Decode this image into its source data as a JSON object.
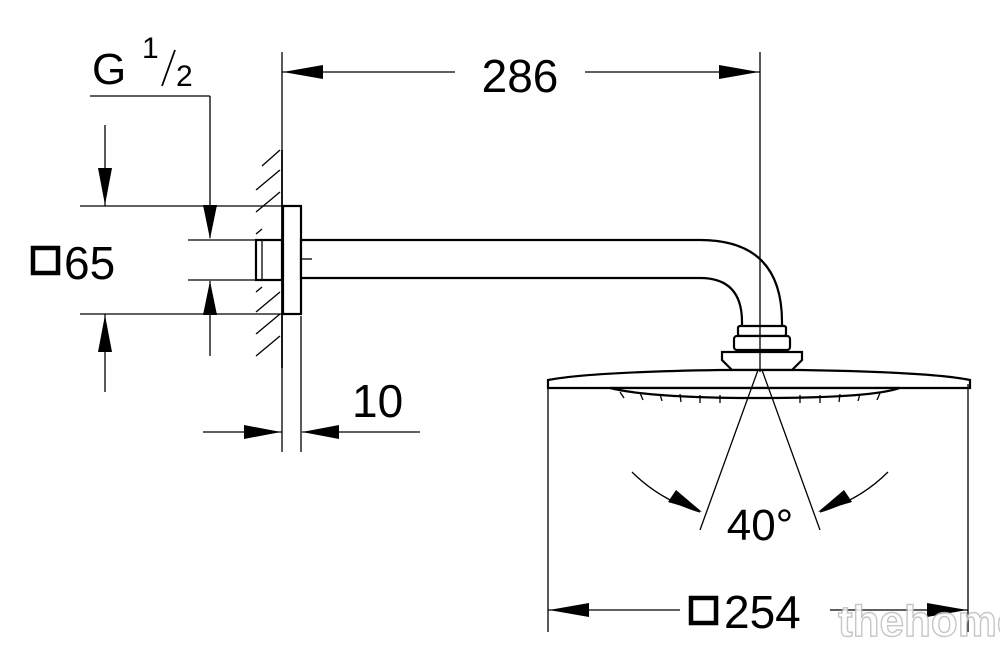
{
  "dimensions": {
    "length": "286",
    "thread_main": "G",
    "thread_num": "1",
    "thread_den": "2",
    "flange_size": "65",
    "flange_depth": "10",
    "spray_angle": "40°",
    "head_size": "254"
  },
  "watermark": "thehome"
}
